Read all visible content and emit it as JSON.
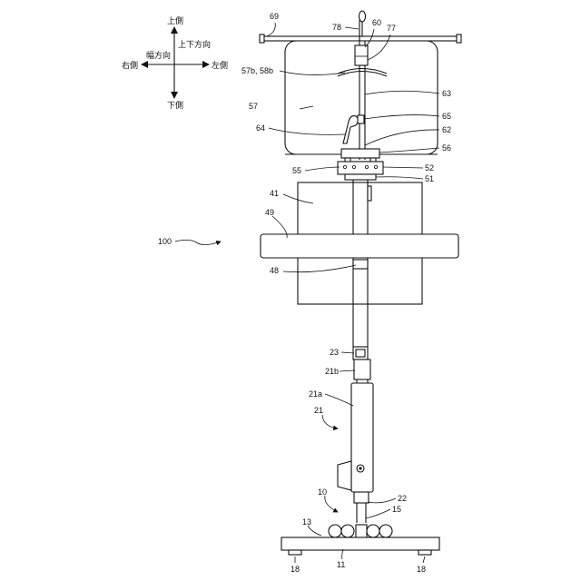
{
  "directions": {
    "up": "上側",
    "down": "下側",
    "right_side": "右側",
    "left_side": "左側",
    "width_direction": "幅方向",
    "vertical_direction": "上下方向"
  },
  "labels": {
    "l69": "69",
    "l78": "78",
    "l60": "60",
    "l77": "77",
    "l57b58b": "57b, 58b",
    "l57": "57",
    "l63": "63",
    "l64": "64",
    "l65": "65",
    "l62": "62",
    "l56": "56",
    "l55": "55",
    "l52": "52",
    "l51": "51",
    "l41": "41",
    "l49": "49",
    "l100": "100",
    "l48": "48",
    "l23": "23",
    "l21b": "21b",
    "l21a": "21a",
    "l21": "21",
    "l10": "10",
    "l22": "22",
    "l15": "15",
    "l13": "13",
    "l18a": "18",
    "l11": "11",
    "l18b": "18"
  }
}
